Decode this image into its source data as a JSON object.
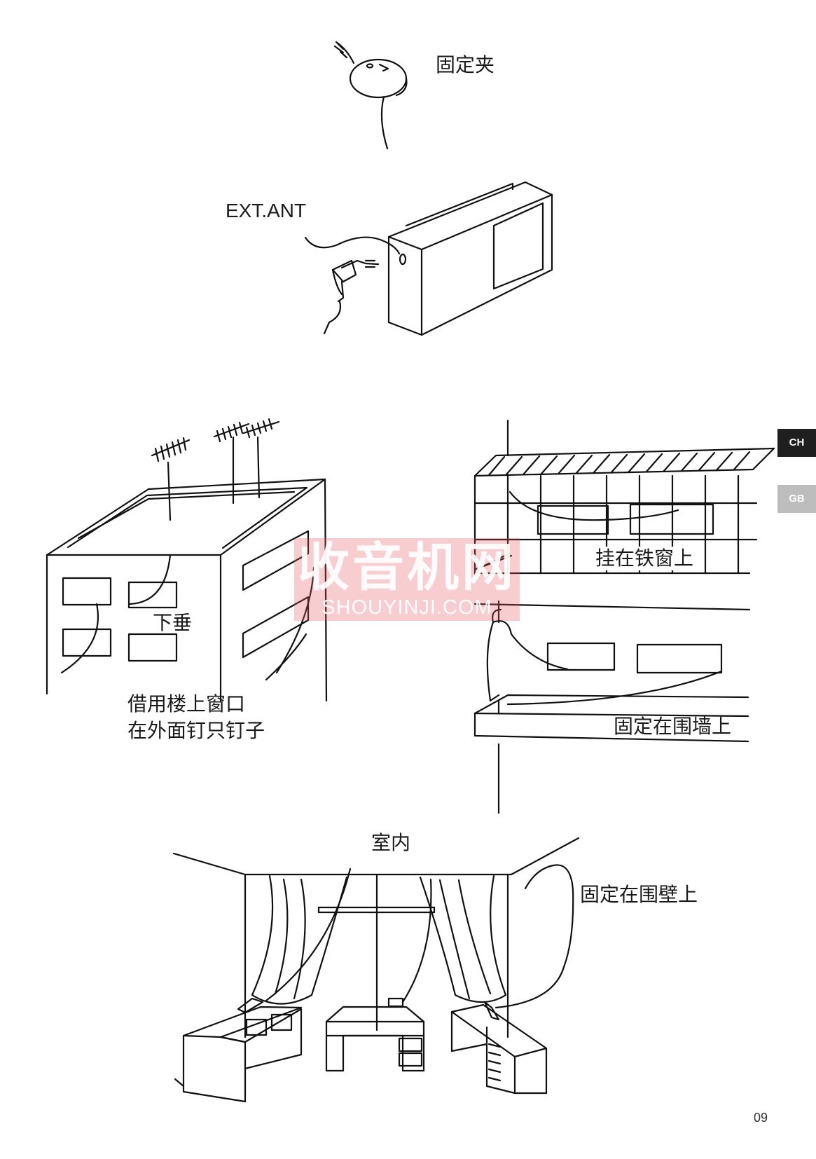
{
  "labels": {
    "clip": "固定夹",
    "ext_ant": "EXT.ANT",
    "hang_down": "下垂",
    "borrow_window_line1": "借用楼上窗口",
    "borrow_window_line2": "在外面钉只钉子",
    "iron_window": "挂在铁窗上",
    "fence_wall": "固定在围墙上",
    "indoor": "室内",
    "room_wall": "固定在围壁上"
  },
  "tabs": {
    "ch": "CH",
    "gb": "GB"
  },
  "watermark": {
    "main": "收音机网",
    "sub": "SHOUYINJI.COM"
  },
  "page_number": "09"
}
